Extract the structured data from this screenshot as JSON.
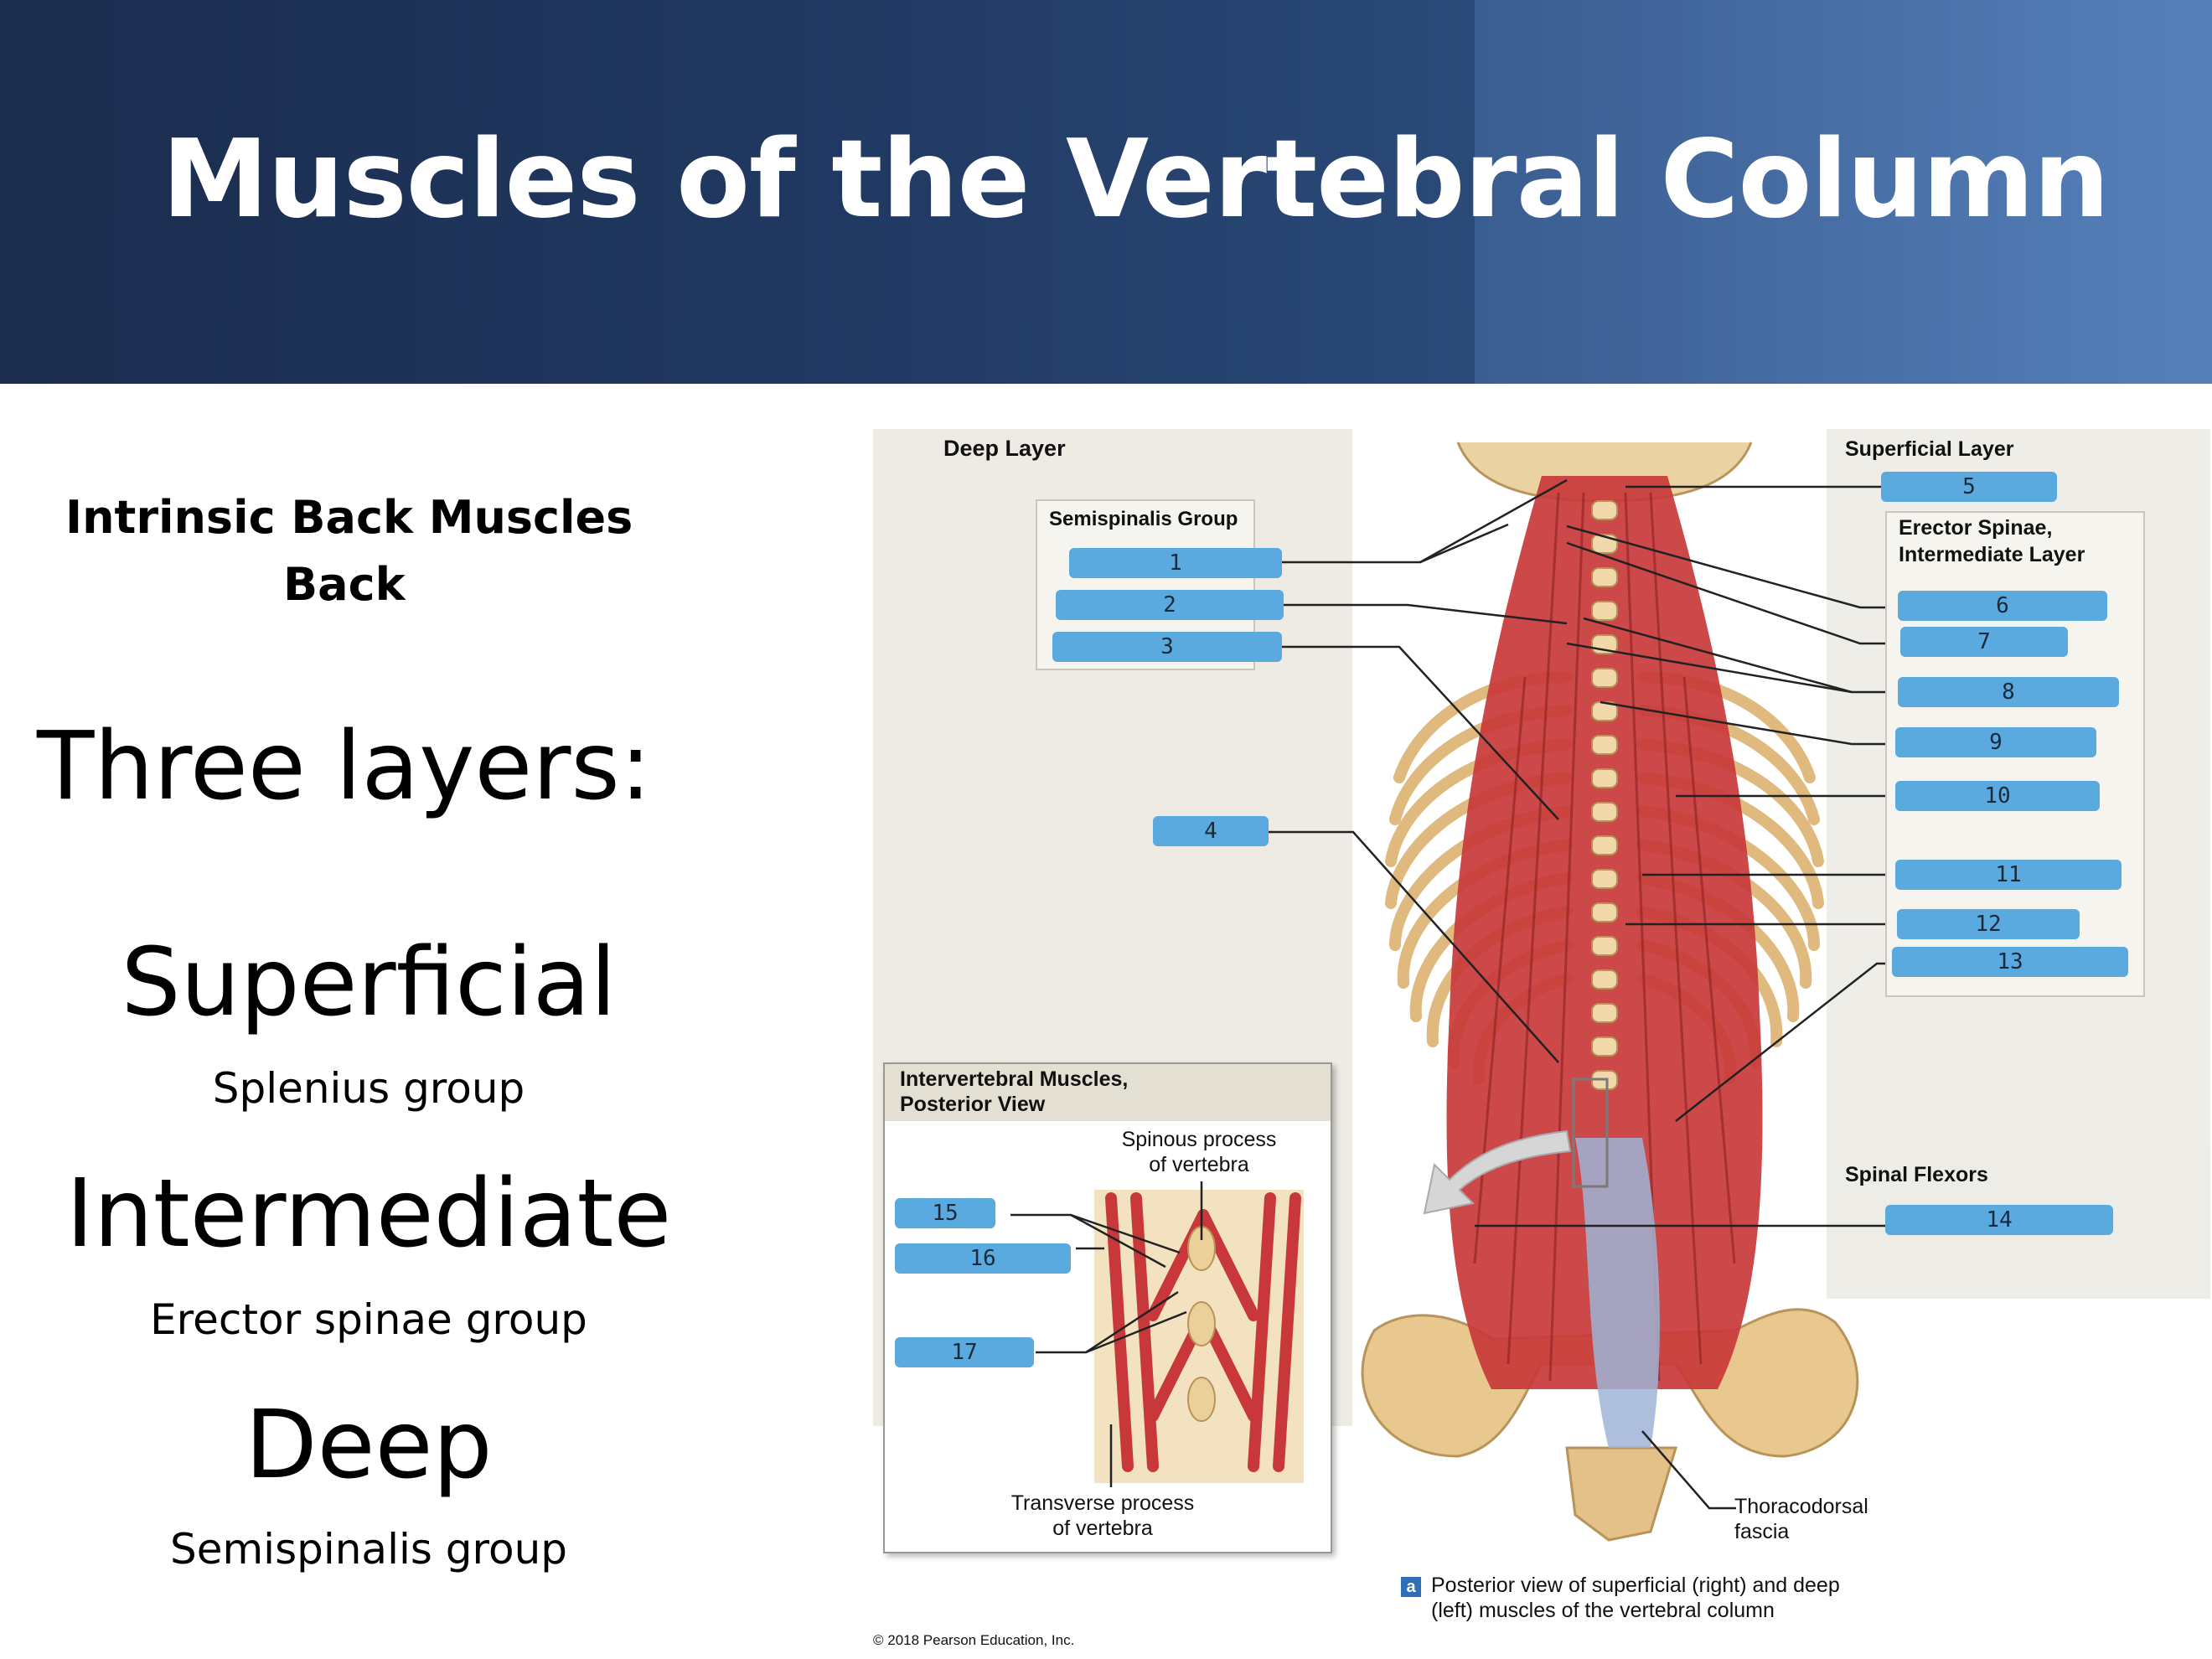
{
  "slide": {
    "title": "Muscles of the Vertebral Column",
    "intrinsic_line1": "Intrinsic  Back Muscles",
    "intrinsic_line2": "Back",
    "three_layers": "Three layers:",
    "layers": [
      {
        "name": "Superficial",
        "group": "Splenius group"
      },
      {
        "name": "Intermediate",
        "group": "Erector spinae group"
      },
      {
        "name": "Deep",
        "group": "Semispinalis group"
      }
    ]
  },
  "figure": {
    "deep_layer_title": "Deep Layer",
    "semispinalis_title": "Semispinalis Group",
    "superficial_layer_title": "Superficial Layer",
    "erector_title_1": "Erector Spinae,",
    "erector_title_2": "Intermediate Layer",
    "spinal_flexors_title": "Spinal Flexors",
    "inset_title_1": "Intervertebral Muscles,",
    "inset_title_2": "Posterior View",
    "spinous_1": "Spinous process",
    "spinous_2": "of vertebra",
    "transverse_1": "Transverse process",
    "transverse_2": "of vertebra",
    "thoracodorsal_1": "Thoracodorsal",
    "thoracodorsal_2": "fascia",
    "caption_letter": "a",
    "caption_1": "Posterior view of superficial (right) and deep",
    "caption_2": "(left) muscles of the vertebral column",
    "copyright": "© 2018 Pearson Education, Inc.",
    "labels": [
      "1",
      "2",
      "3",
      "4",
      "5",
      "6",
      "7",
      "8",
      "9",
      "10",
      "11",
      "12",
      "13",
      "14",
      "15",
      "16",
      "17"
    ],
    "colors": {
      "label_fill": "#5aa9df",
      "muscle": "#c8383a",
      "bone": "#e9c98e"
    }
  }
}
